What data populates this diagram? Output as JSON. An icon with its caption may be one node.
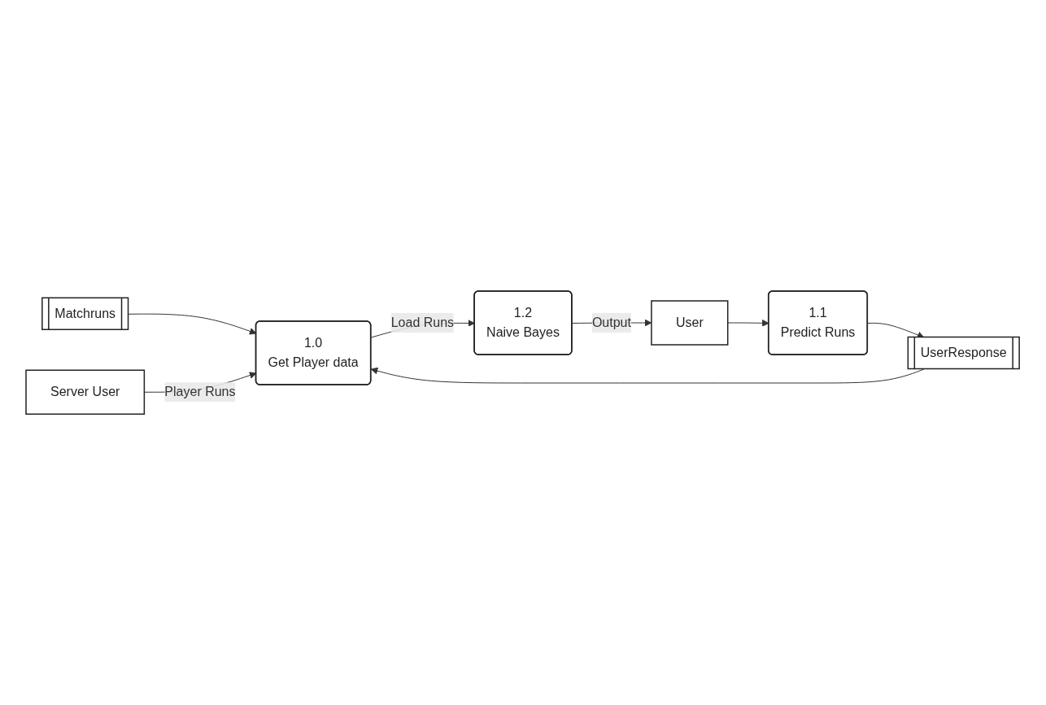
{
  "diagram": {
    "nodes": [
      {
        "text": [
          "Matchruns"
        ]
      },
      {
        "text": [
          "UserResponse"
        ]
      },
      {
        "text": [
          "Server User"
        ]
      },
      {
        "text": [
          "1.0",
          "Get Player data"
        ]
      },
      {
        "text": [
          "1.1",
          "Predict Runs"
        ]
      },
      {
        "text": [
          "1.2",
          "Naive Bayes"
        ]
      },
      {
        "text": [
          "User"
        ]
      }
    ],
    "edges": [
      {
        "from": 0,
        "to": 3,
        "arrow": "to"
      },
      {
        "from": 1,
        "to": 3,
        "arrow": "to"
      },
      {
        "from": 2,
        "to": 3,
        "arrow": "to",
        "label": "Player Runs"
      },
      {
        "from": 3,
        "to": 5,
        "arrow": "to",
        "label": "Load Runs"
      },
      {
        "from": 5,
        "to": 6,
        "arrow": "to",
        "label": "Output"
      },
      {
        "from": 6,
        "to": 4,
        "arrow": "to"
      },
      {
        "from": 4,
        "to": 1,
        "arrow": "to"
      }
    ]
  }
}
